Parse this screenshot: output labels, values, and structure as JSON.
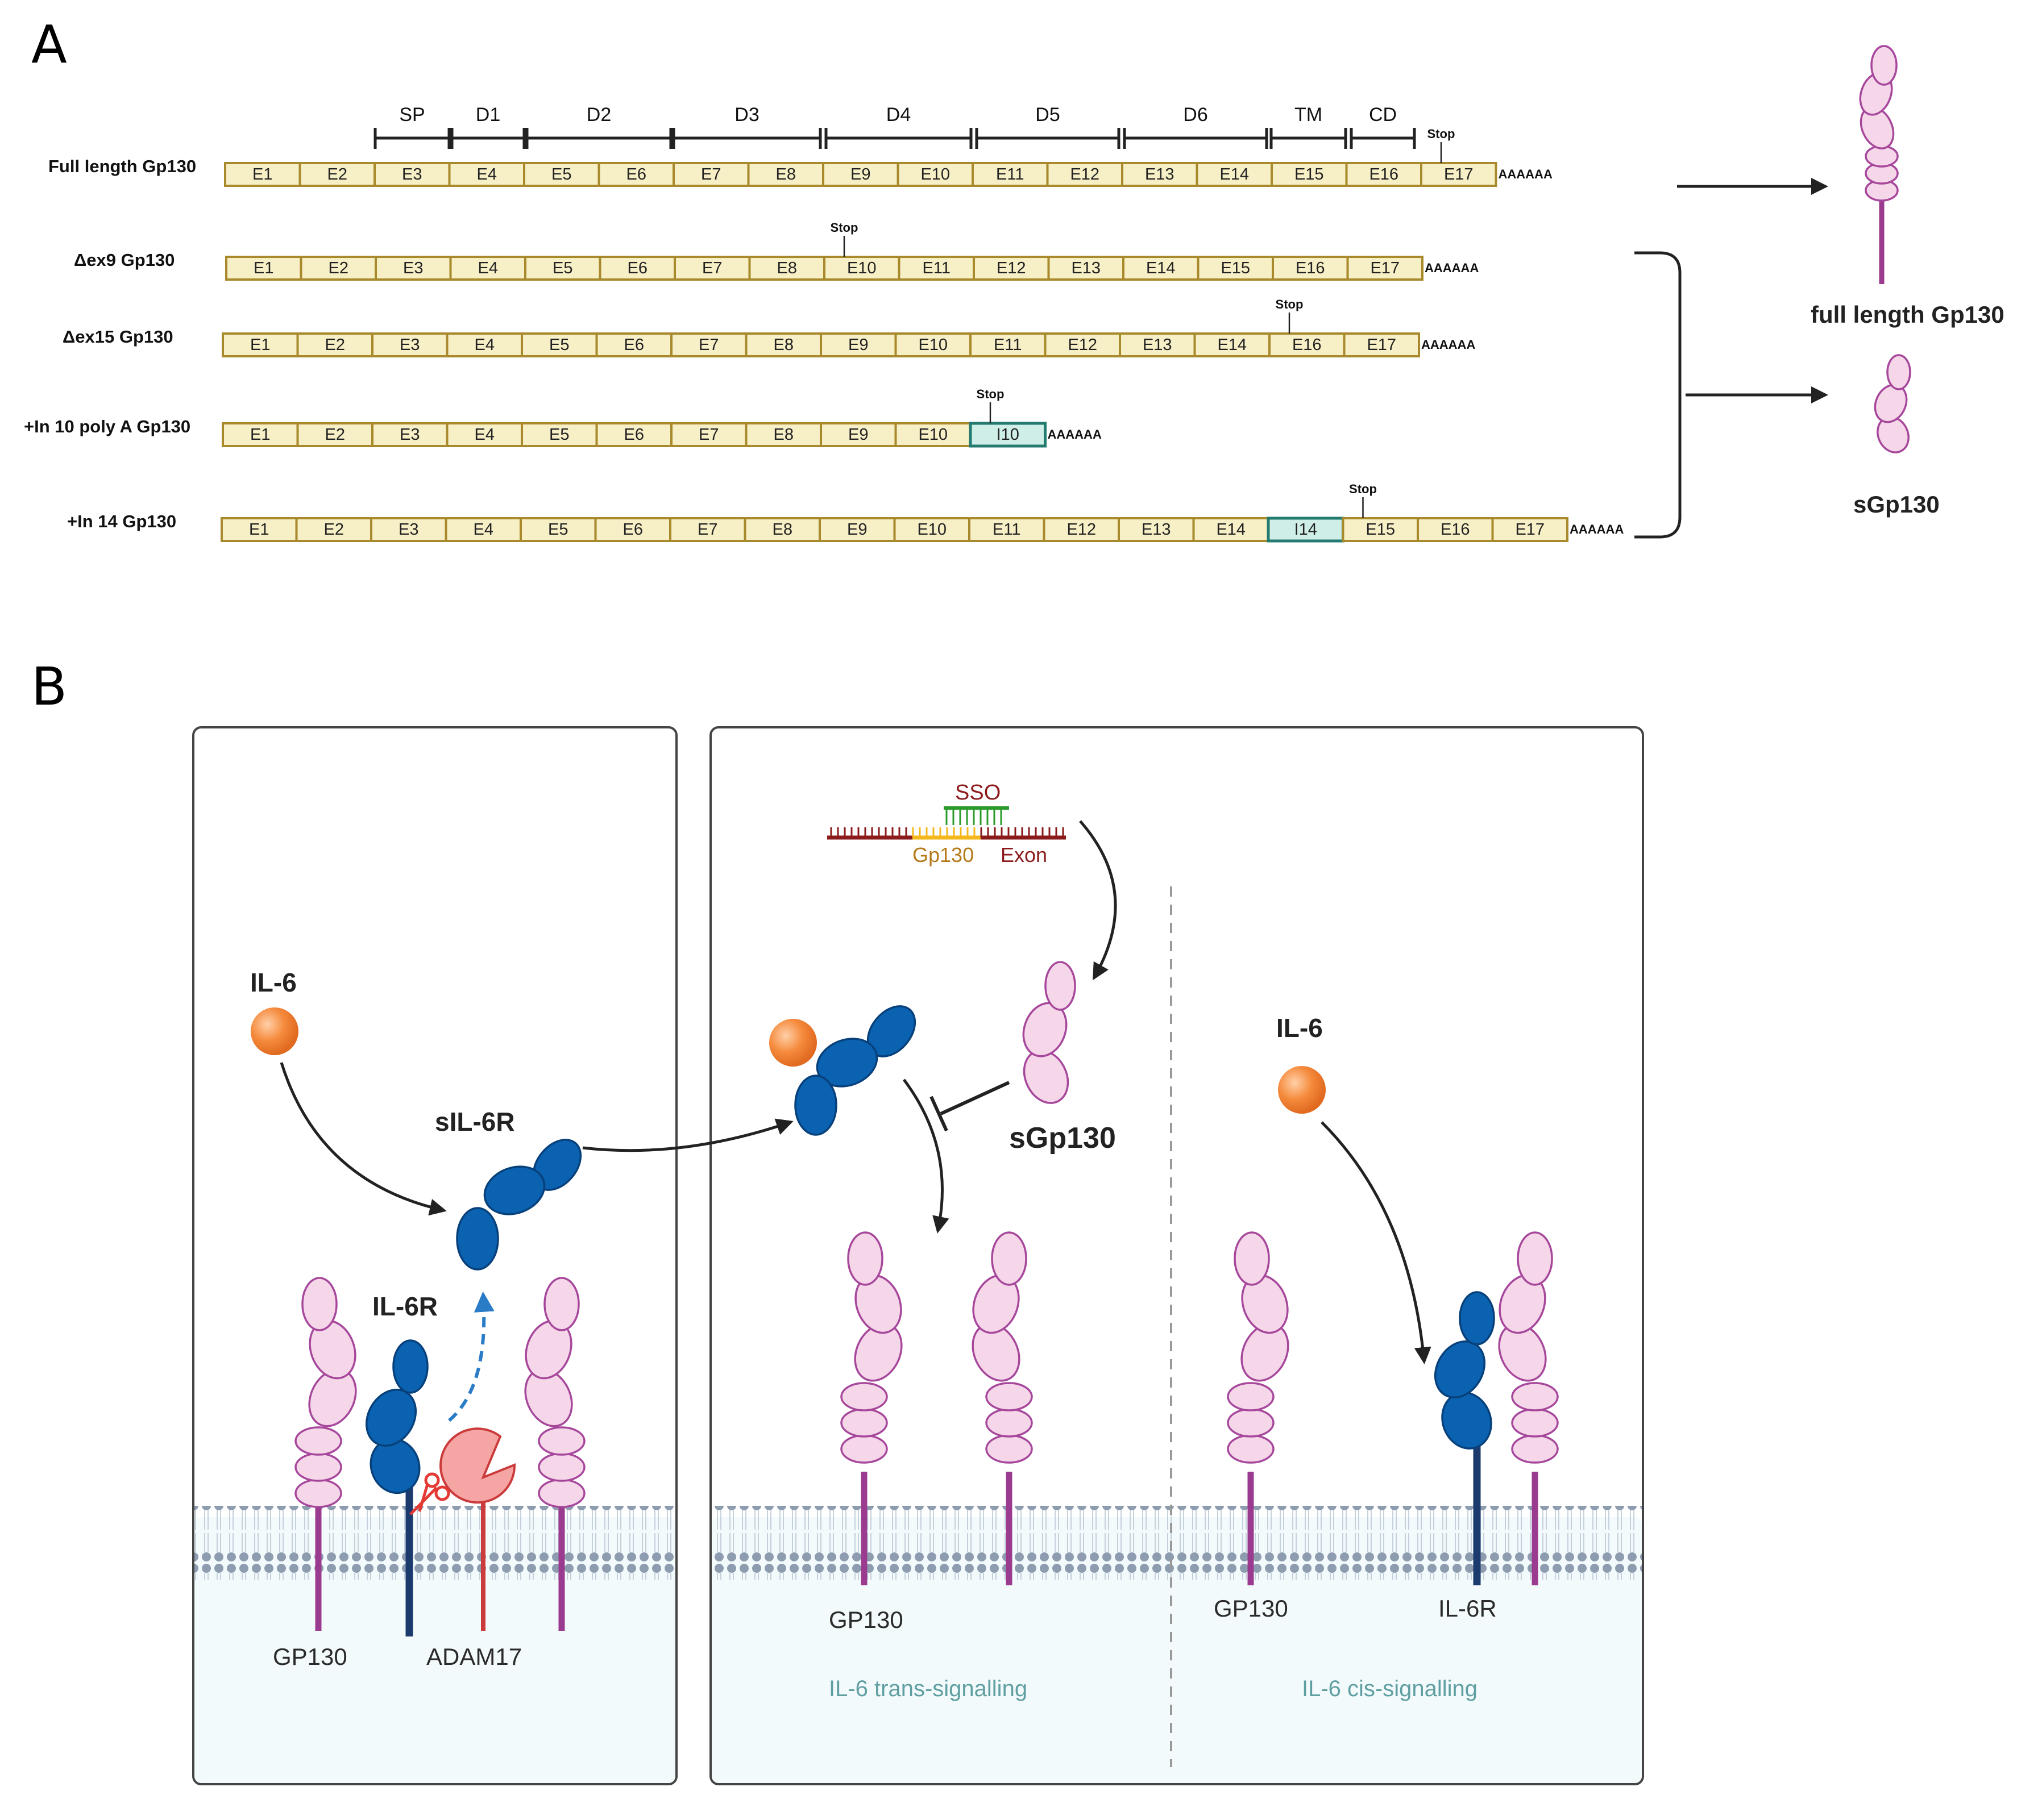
{
  "panel_a": {
    "letter": "A",
    "domains": [
      "SP",
      "D1",
      "D2",
      "D3",
      "D4",
      "D5",
      "D6",
      "TM",
      "CD"
    ],
    "stop_label": "Stop",
    "poly_a": "AAAAAA",
    "rows": [
      {
        "label": "Full length Gp130",
        "segments": [
          "E1",
          "E2",
          "E3",
          "E4",
          "E5",
          "E6",
          "E7",
          "E8",
          "E9",
          "E10",
          "E11",
          "E12",
          "E13",
          "E14",
          "E15",
          "E16",
          "E17"
        ],
        "intron_index": -1
      },
      {
        "label": "Δex9 Gp130",
        "segments": [
          "E1",
          "E2",
          "E3",
          "E4",
          "E5",
          "E6",
          "E7",
          "E8",
          "E10",
          "E11",
          "E12",
          "E13",
          "E14",
          "E15",
          "E16",
          "E17"
        ],
        "intron_index": -1
      },
      {
        "label": "Δex15 Gp130",
        "segments": [
          "E1",
          "E2",
          "E3",
          "E4",
          "E5",
          "E6",
          "E7",
          "E8",
          "E9",
          "E10",
          "E11",
          "E12",
          "E13",
          "E14",
          "E16",
          "E17"
        ],
        "intron_index": -1
      },
      {
        "label": "+In 10 poly A Gp130",
        "segments": [
          "E1",
          "E2",
          "E3",
          "E4",
          "E5",
          "E6",
          "E7",
          "E8",
          "E9",
          "E10",
          "I10"
        ],
        "intron_index": 10
      },
      {
        "label": "+In 14 Gp130",
        "segments": [
          "E1",
          "E2",
          "E3",
          "E4",
          "E5",
          "E6",
          "E7",
          "E8",
          "E9",
          "E10",
          "E11",
          "E12",
          "E13",
          "E14",
          "I14",
          "E15",
          "E16",
          "E17"
        ],
        "intron_index": 14
      }
    ],
    "outcome_full": "full length Gp130",
    "outcome_soluble": "sGp130"
  },
  "panel_b": {
    "letter": "B",
    "left": {
      "il6": "IL-6",
      "sil6r": "sIL-6R",
      "il6r": "IL-6R",
      "gp130": "GP130",
      "adam17": "ADAM17"
    },
    "right": {
      "sso": "SSO",
      "gp130_word": "Gp130",
      "exon_word": "Exon",
      "sgp130": "sGp130",
      "il6": "IL-6",
      "gp130_trans": "GP130",
      "gp130_cis": "GP130",
      "il6r": "IL-6R",
      "trans_caption": "IL-6 trans-signalling",
      "cis_caption": "IL-6 cis-signalling"
    }
  },
  "colors": {
    "exon_fill": "#f7efc6",
    "exon_stroke": "#a88a2c",
    "intron_fill": "#cfeee8",
    "gp130_pink": "#f5d7e9",
    "gp130_stem": "#9b3b8f",
    "il6r_blue": "#0a62b0",
    "il6_orange": "#f58a3c",
    "adam17_red": "#f29a9a",
    "membrane_gray": "#8e9cb0",
    "cytoplasm": "#f3fafc"
  }
}
